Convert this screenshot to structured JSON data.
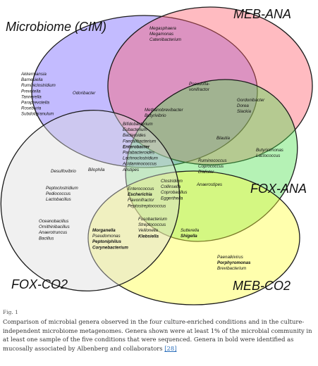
{
  "sets": [
    {
      "id": "cim",
      "label": "Microbiome (CIM)",
      "color": "#6f5cff"
    },
    {
      "id": "meb-ana",
      "label": "MEB-ANA",
      "color": "#ff5c6c"
    },
    {
      "id": "fox-ana",
      "label": "FOX-ANA",
      "color": "#4fe04f"
    },
    {
      "id": "meb-co2",
      "label": "MEB-CO2",
      "color": "#ffff3c"
    },
    {
      "id": "fox-co2",
      "label": "FOX-CO2",
      "color": "#dcdcdc"
    }
  ],
  "regions": [
    {
      "genera": [
        {
          "name": "Megasphaera"
        },
        {
          "name": "Megamonas"
        },
        {
          "name": "Catenibacterium"
        }
      ]
    },
    {
      "genera": [
        {
          "name": "Akkermansia"
        },
        {
          "name": "Barnesiella"
        },
        {
          "name": "Ruminiclostridium"
        },
        {
          "name": "Prevotella"
        },
        {
          "name": "Tannerella"
        },
        {
          "name": "Paraprevotella"
        },
        {
          "name": "Roseburia"
        },
        {
          "name": "Subdoligranulum"
        }
      ]
    },
    {
      "genera": [
        {
          "name": "Odoribacter"
        }
      ]
    },
    {
      "genera": [
        {
          "name": "Pseudofla-"
        },
        {
          "name": "vonifractor"
        }
      ]
    },
    {
      "genera": [
        {
          "name": "Gordonibacter"
        },
        {
          "name": "Dorea"
        },
        {
          "name": "Slackia"
        }
      ]
    },
    {
      "genera": [
        {
          "name": "Methanobrevibacter"
        },
        {
          "name": "Butyrivibrio"
        }
      ]
    },
    {
      "genera": [
        {
          "name": "Bifidobacterium"
        },
        {
          "name": "Eubacterium"
        },
        {
          "name": "Bacteroides"
        },
        {
          "name": "Faecalibacterium"
        },
        {
          "name": "Enterobacter",
          "bold": true
        },
        {
          "name": "Parabacteroides"
        },
        {
          "name": "Lachnoclostridium"
        },
        {
          "name": "Acidaminococcus"
        },
        {
          "name": "Alistipes"
        }
      ]
    },
    {
      "genera": [
        {
          "name": "Blautia"
        }
      ]
    },
    {
      "genera": [
        {
          "name": "Butyricimonas"
        },
        {
          "name": "Lactococcus"
        }
      ]
    },
    {
      "genera": [
        {
          "name": "Ruminococcus"
        },
        {
          "name": "Coprococcus"
        },
        {
          "name": "Dialister"
        }
      ]
    },
    {
      "genera": [
        {
          "name": "Anaerostipes"
        }
      ]
    },
    {
      "genera": [
        {
          "name": "Desulfovibrio"
        }
      ]
    },
    {
      "genera": [
        {
          "name": "Bilophila"
        }
      ]
    },
    {
      "genera": [
        {
          "name": "Peptoclostridium"
        },
        {
          "name": "Pediococcus"
        },
        {
          "name": "Lactobacillus"
        }
      ]
    },
    {
      "genera": [
        {
          "name": "Clostridium"
        },
        {
          "name": "Collinsella"
        },
        {
          "name": "Coprobacillus"
        },
        {
          "name": "Eggerthella"
        }
      ]
    },
    {
      "genera": [
        {
          "name": "Enterococcus"
        },
        {
          "name": "Escherichia",
          "bold": true
        },
        {
          "name": "Flavonifractor"
        },
        {
          "name": "Peptostreptococcus"
        }
      ]
    },
    {
      "genera": [
        {
          "name": "Oceanobacillus"
        },
        {
          "name": "Ornithinibacillus"
        },
        {
          "name": "Anaerotruncus"
        },
        {
          "name": "Bacillus"
        }
      ]
    },
    {
      "genera": [
        {
          "name": "Fusobacterium"
        },
        {
          "name": "Streptococcus"
        },
        {
          "name": "Veillonella"
        },
        {
          "name": "Klebsiella",
          "bold": true
        }
      ]
    },
    {
      "genera": [
        {
          "name": "Sutterella"
        },
        {
          "name": "Shigella",
          "bold": true
        }
      ]
    },
    {
      "genera": [
        {
          "name": "Morganella",
          "bold": true
        },
        {
          "name": "Pseudomonas"
        },
        {
          "name": "Peptoniphilus",
          "bold": true
        },
        {
          "name": "Corynebacterium",
          "bold": true
        }
      ]
    },
    {
      "genera": [
        {
          "name": "Paenalkivirus"
        },
        {
          "name": "Porphyromonas",
          "bold": true
        },
        {
          "name": "Brevibacterium"
        }
      ]
    }
  ],
  "caption": {
    "fig_label": "Fig. 1",
    "text": "Comparison of microbial genera observed in the four culture-enriched conditions and in the culture-independent microbiome metagenomes. Genera shown were at least 1% of the microbial community in at least one sample of the five conditions that were sequenced. Genera in bold were identified as mucosally associated by Albenberg and collaborators",
    "ref": "[28]"
  }
}
